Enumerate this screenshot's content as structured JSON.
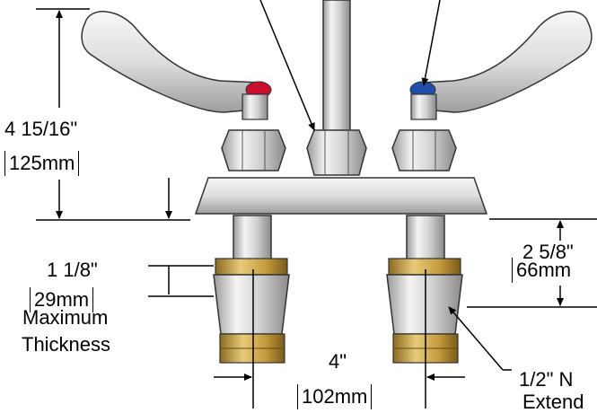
{
  "dimensions": {
    "handle_height": {
      "imperial": "4 15/16\"",
      "metric": "125mm"
    },
    "max_thickness": {
      "imperial": "1 1/8\"",
      "metric": "29mm",
      "note_line1": "Maximum",
      "note_line2": "Thickness"
    },
    "shank_length": {
      "imperial": "2 5/8\"",
      "metric": "66mm"
    },
    "center_spacing": {
      "imperial": "4\"",
      "metric": "102mm"
    },
    "inlet": {
      "line1": "1/2\" N",
      "line2": "Extend"
    }
  },
  "colors": {
    "hot_accent": "#c8102e",
    "cold_accent": "#1f4fa8",
    "brass": "#c8a24a",
    "chrome_light": "#f2f2f2",
    "chrome_mid": "#c9c9c9",
    "chrome_dark": "#8d8d8d"
  }
}
